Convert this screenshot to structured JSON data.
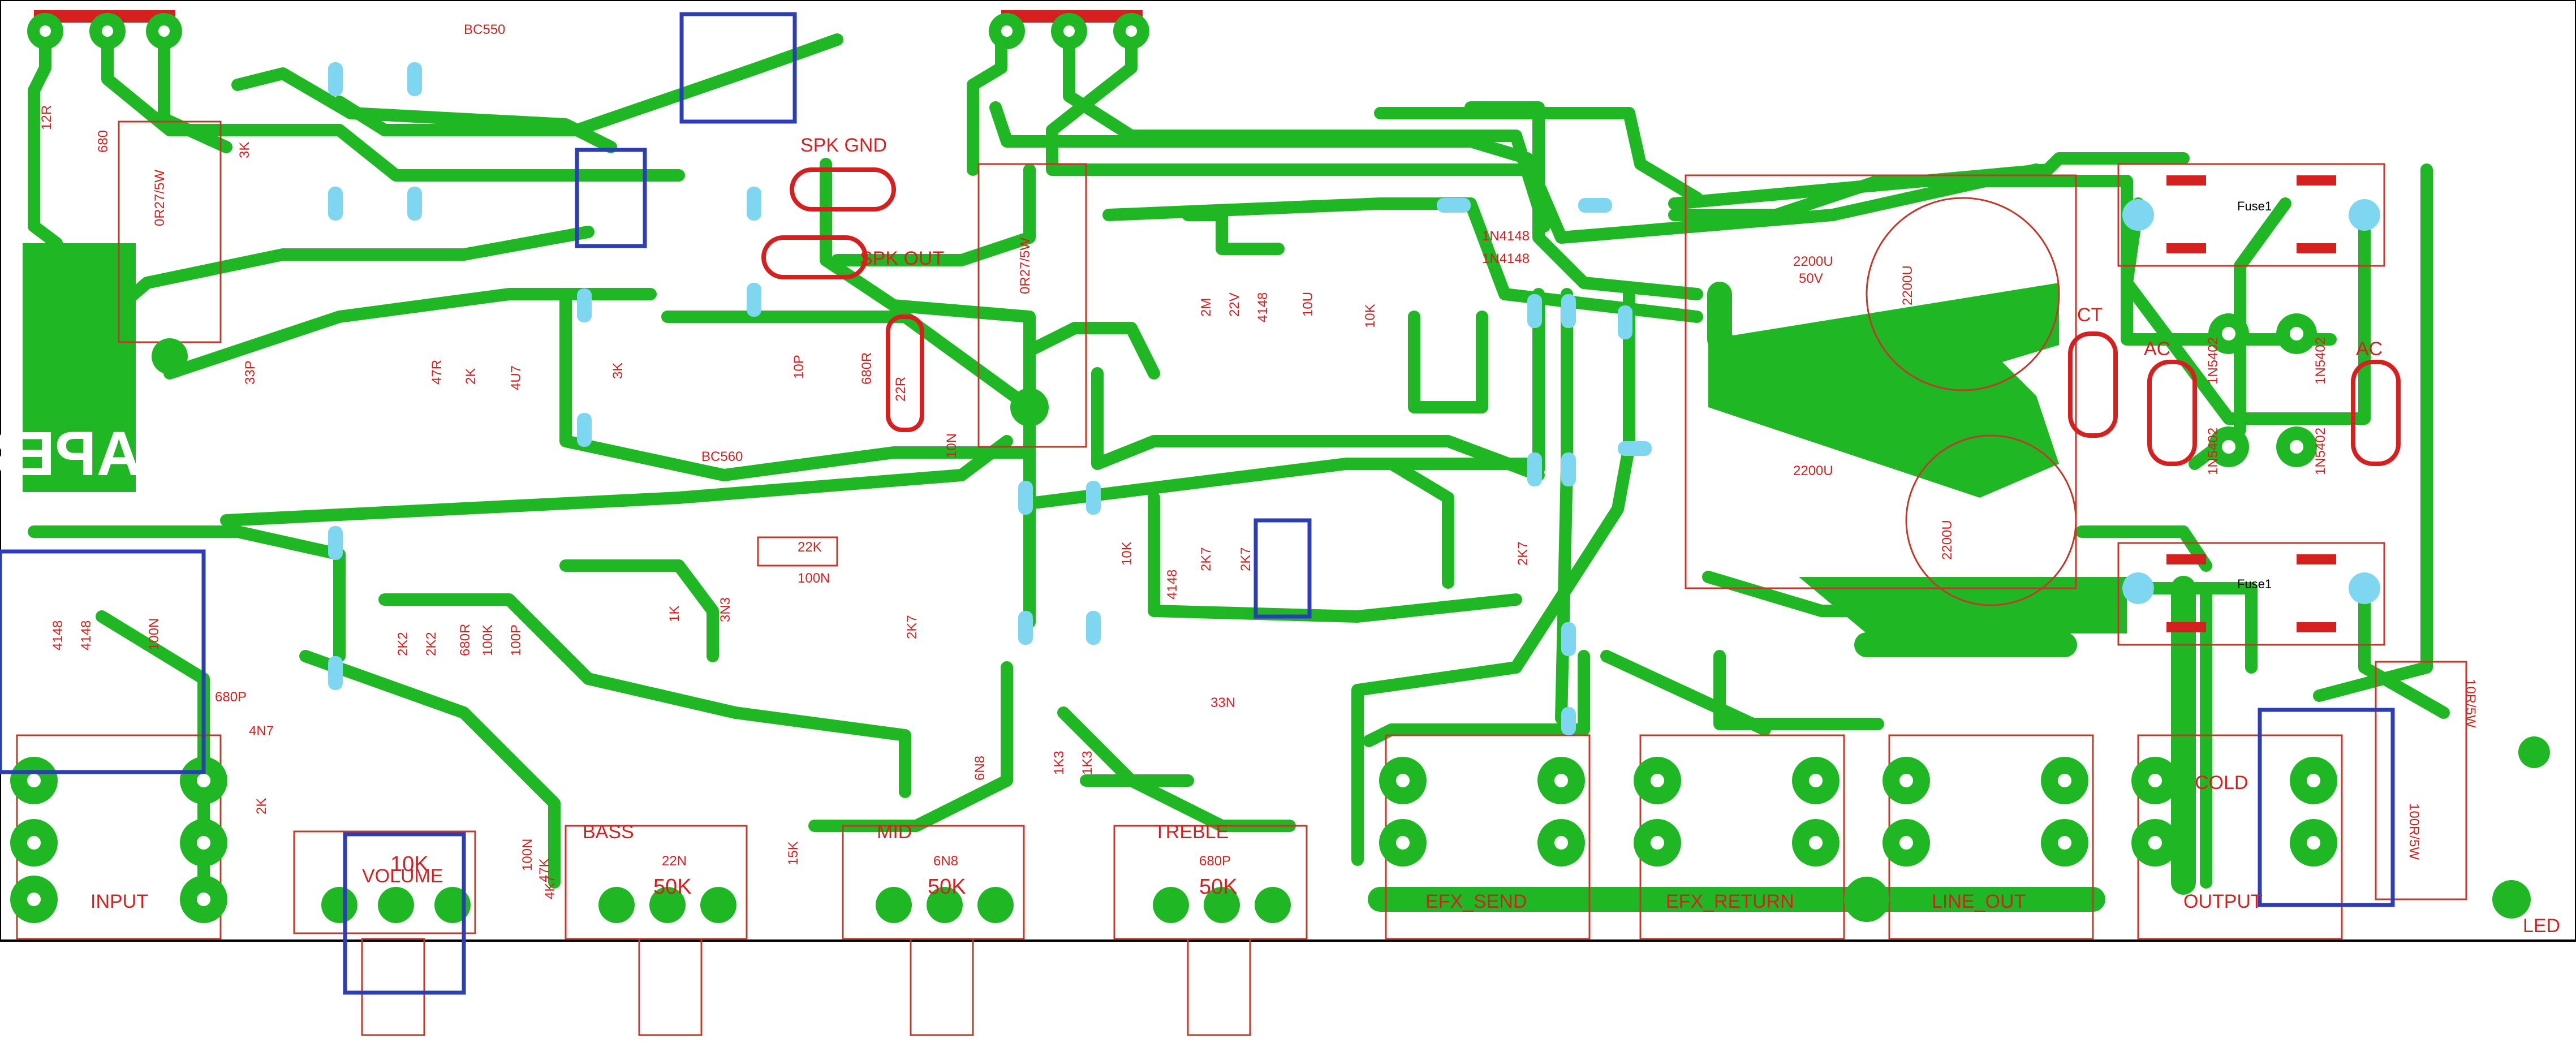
{
  "board": {
    "logo": "APEX",
    "colors": {
      "copper": "#1fb824",
      "silk": "#d62020",
      "jumper": "#7fd6f0",
      "mark": "#2c3db5",
      "background": "#ffffff"
    },
    "labels": {
      "spk_gnd": "SPK GND",
      "spk_out": "SPK OUT",
      "ct": "CT",
      "ac_left": "AC",
      "ac_right": "AC",
      "input": "INPUT",
      "volume": "VOLUME",
      "bass": "BASS",
      "mid": "MID",
      "treble": "TREBLE",
      "efx_send": "EFX_SEND",
      "efx_return": "EFX_RETURN",
      "line_out": "LINE_OUT",
      "cold": "COLD",
      "output": "OUTPUT",
      "led": "LED",
      "fuse1_top": "Fuse1",
      "fuse1_bottom": "Fuse1"
    },
    "components": {
      "transistor_top": "BC550",
      "transistor_mid": "BC560",
      "r_12r": "12R",
      "r_680": "680",
      "r_3k": "3K",
      "res_0r27_left": "0R27/5W",
      "res_0r27_right": "0R27/5W",
      "r_47r": "47R",
      "r_2k_a": "2K",
      "cap_4u7": "4U7",
      "cap_33p": "33P",
      "r_3k_b": "3K",
      "cap_10p": "10P",
      "r_680r": "680R",
      "r_22r": "22R",
      "cap_10n": "10N",
      "r_22k": "22K",
      "cap_100n_a": "100N",
      "r_1k": "1K",
      "cap_3n3": "3N3",
      "r_2k7_a": "2K7",
      "r_2m": "2M",
      "z_22v": "22V",
      "d_4148_a": "4148",
      "cap_10u": "10U",
      "r_10k_a": "10K",
      "d_1n4148_a": "1N4148",
      "d_1n4148_b": "1N4148",
      "cap_2200u_a": "2200U",
      "cap_2200u_b": "2200U",
      "cap_2200u_c": "2200U",
      "cap_2200u_d": "2200U",
      "v_50v": "50V",
      "d_1n5402_a": "1N5402",
      "d_1n5402_b": "1N5402",
      "d_1n5402_c": "1N5402",
      "d_1n5402_d": "1N5402",
      "d_4148_b": "4148",
      "d_4148_c": "4148",
      "cap_100n_b": "100N",
      "cap_680p_a": "680P",
      "cap_4n7": "4N7",
      "r_2k2_a": "2K2",
      "r_2k2_b": "2K2",
      "r_680r_b": "680R",
      "r_100k": "100K",
      "cap_100p": "100P",
      "cap_22n": "22N",
      "cap_6n8_a": "6N8",
      "cap_6n8_b": "6N8",
      "cap_680p_b": "680P",
      "r_4k7": "4K7",
      "r_15k": "15K",
      "r_1k3_a": "1K3",
      "r_1k3_b": "1K3",
      "cap_33n": "33N",
      "r_10k_b": "10K",
      "r_2k7_b": "2K7",
      "r_2k7_c": "2K7",
      "r_2k7_d": "2K7",
      "d_4148_d": "4148",
      "pot_10k": "10K",
      "pot_50k_a": "50K",
      "pot_50k_b": "50K",
      "pot_50k_c": "50K",
      "r_100r_5w": "100R/5W",
      "r_10r_5w": "10R/5W",
      "cap_100n_c": "100N",
      "r_47k": "47K",
      "r_2k_b": "2K"
    }
  }
}
